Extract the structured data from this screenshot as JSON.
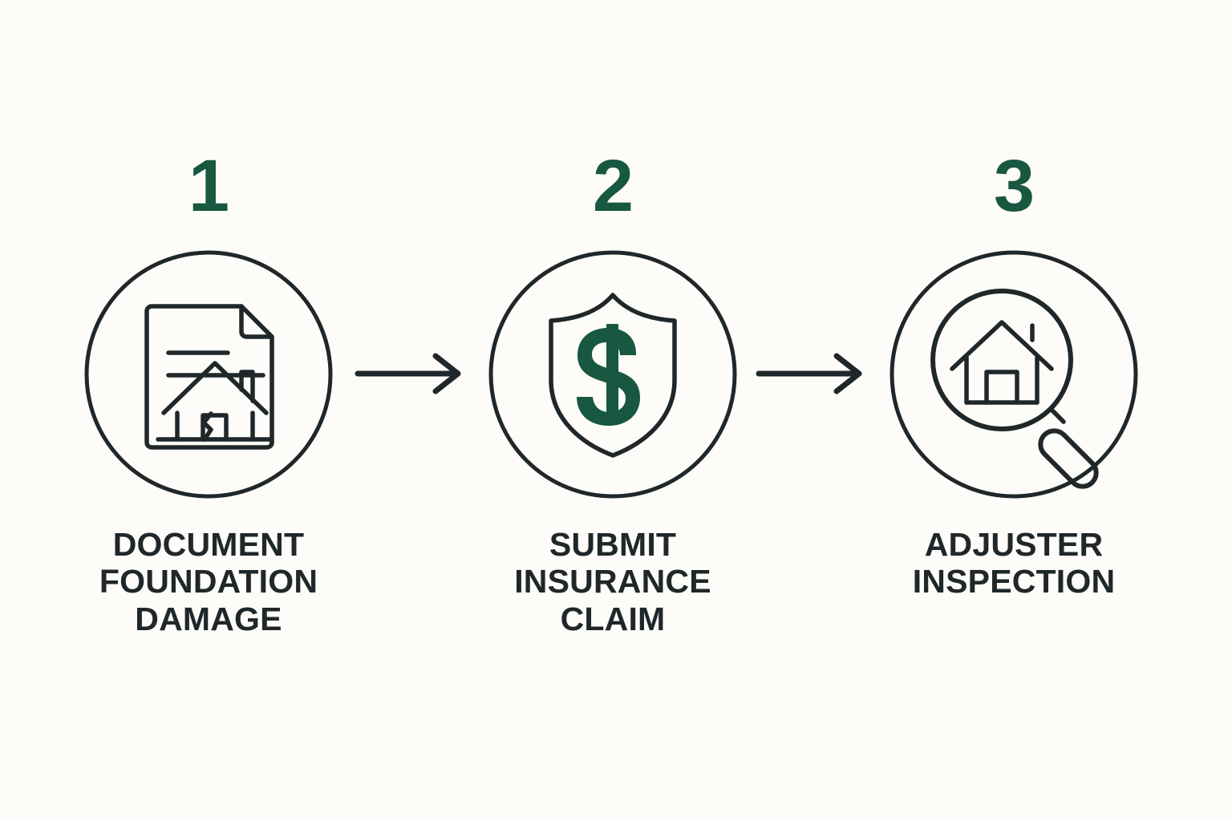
{
  "theme": {
    "background": "#fdfcf8",
    "accent_green": "#185740",
    "ink": "#20272a"
  },
  "steps": [
    {
      "number": "1",
      "label": "DOCUMENT\nFOUNDATION\nDAMAGE",
      "icon": "damaged-house-document-icon"
    },
    {
      "number": "2",
      "label": "SUBMIT\nINSURANCE\nCLAIM",
      "icon": "shield-dollar-icon"
    },
    {
      "number": "3",
      "label": "ADJUSTER\nINSPECTION",
      "icon": "house-magnifier-icon"
    }
  ],
  "connectors": [
    {
      "name": "arrow-right-1"
    },
    {
      "name": "arrow-right-2"
    }
  ]
}
